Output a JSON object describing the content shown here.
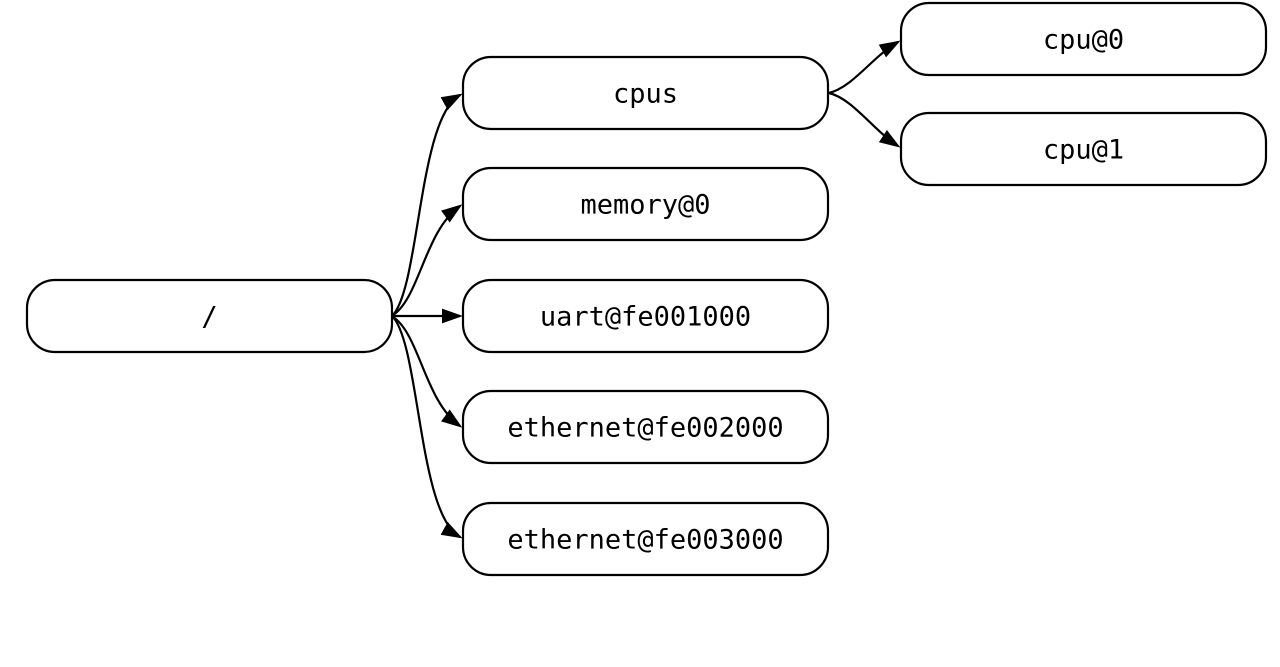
{
  "diagram": {
    "kind": "device-tree-graph",
    "background_color": "#ffffff",
    "node_fill_color": "#ffffff",
    "node_border_color": "#000000",
    "edge_color": "#000000",
    "text_color": "#000000",
    "nodes": {
      "root": {
        "label": "/"
      },
      "cpus": {
        "label": "cpus"
      },
      "memory0": {
        "label": "memory@0"
      },
      "uart": {
        "label": "uart@fe001000"
      },
      "ethernet2": {
        "label": "ethernet@fe002000"
      },
      "ethernet3": {
        "label": "ethernet@fe003000"
      },
      "cpu0": {
        "label": "cpu@0"
      },
      "cpu1": {
        "label": "cpu@1"
      }
    },
    "edges": [
      {
        "from": "/",
        "to": "cpus"
      },
      {
        "from": "/",
        "to": "memory@0"
      },
      {
        "from": "/",
        "to": "uart@fe001000"
      },
      {
        "from": "/",
        "to": "ethernet@fe002000"
      },
      {
        "from": "/",
        "to": "ethernet@fe003000"
      },
      {
        "from": "cpus",
        "to": "cpu@0"
      },
      {
        "from": "cpus",
        "to": "cpu@1"
      }
    ]
  }
}
